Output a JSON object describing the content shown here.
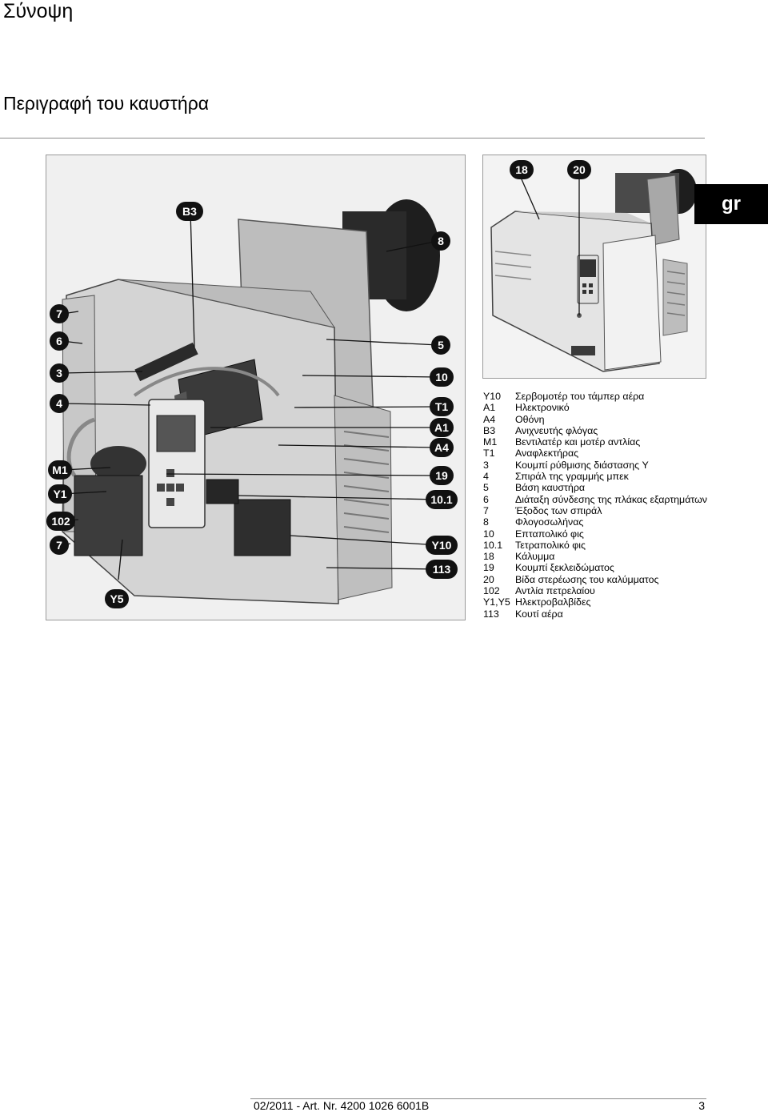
{
  "page_title": "Σύνοψη",
  "section_title": "Περιγραφή του καυστήρα",
  "language_tab": "gr",
  "callouts_main": [
    "B3",
    "8",
    "7",
    "6",
    "3",
    "4",
    "M1",
    "Y1",
    "102",
    "7",
    "Y5",
    "5",
    "10",
    "T1",
    "A1",
    "A4",
    "19",
    "10.1",
    "Y10",
    "113"
  ],
  "callouts_cover": [
    "18",
    "20"
  ],
  "legend": [
    {
      "code": "Y10",
      "text": "Σερβομοτέρ του τάμπερ αέρα"
    },
    {
      "code": "A1",
      "text": "Ηλεκτρονικό"
    },
    {
      "code": "A4",
      "text": "Οθόνη"
    },
    {
      "code": "B3",
      "text": "Ανιχνευτής φλόγας"
    },
    {
      "code": "M1",
      "text": "Βεντιλατέρ και μοτέρ αντλίας"
    },
    {
      "code": "T1",
      "text": "Αναφλεκτήρας"
    },
    {
      "code": "3",
      "text": "Κουμπί ρύθμισης διάστασης Y"
    },
    {
      "code": "4",
      "text": "Σπιράλ της γραμμής μπεκ"
    },
    {
      "code": "5",
      "text": "Βάση καυστήρα"
    },
    {
      "code": "6",
      "text": "Διάταξη σύνδεσης της πλάκας εξαρτημάτων"
    },
    {
      "code": "7",
      "text": "Έξοδος των σπιράλ"
    },
    {
      "code": "8",
      "text": "Φλογοσωλήνας"
    },
    {
      "code": "10",
      "text": "Επταπολικό φις"
    },
    {
      "code": "10.1",
      "text": "Τετραπολικό φις"
    },
    {
      "code": "18",
      "text": "Κάλυμμα"
    },
    {
      "code": "19",
      "text": "Κουμπί ξεκλειδώματος"
    },
    {
      "code": "20",
      "text": "Βίδα στερέωσης του καλύμματος"
    },
    {
      "code": "102",
      "text": "Αντλία πετρελαίου"
    },
    {
      "code": "Y1,Y5",
      "text": "Ηλεκτροβαλβίδες"
    },
    {
      "code": "113",
      "text": "Κουτί αέρα"
    }
  ],
  "footer": {
    "article": "02/2011 - Art. Nr. 4200 1026 6001B",
    "page_number": "3"
  }
}
